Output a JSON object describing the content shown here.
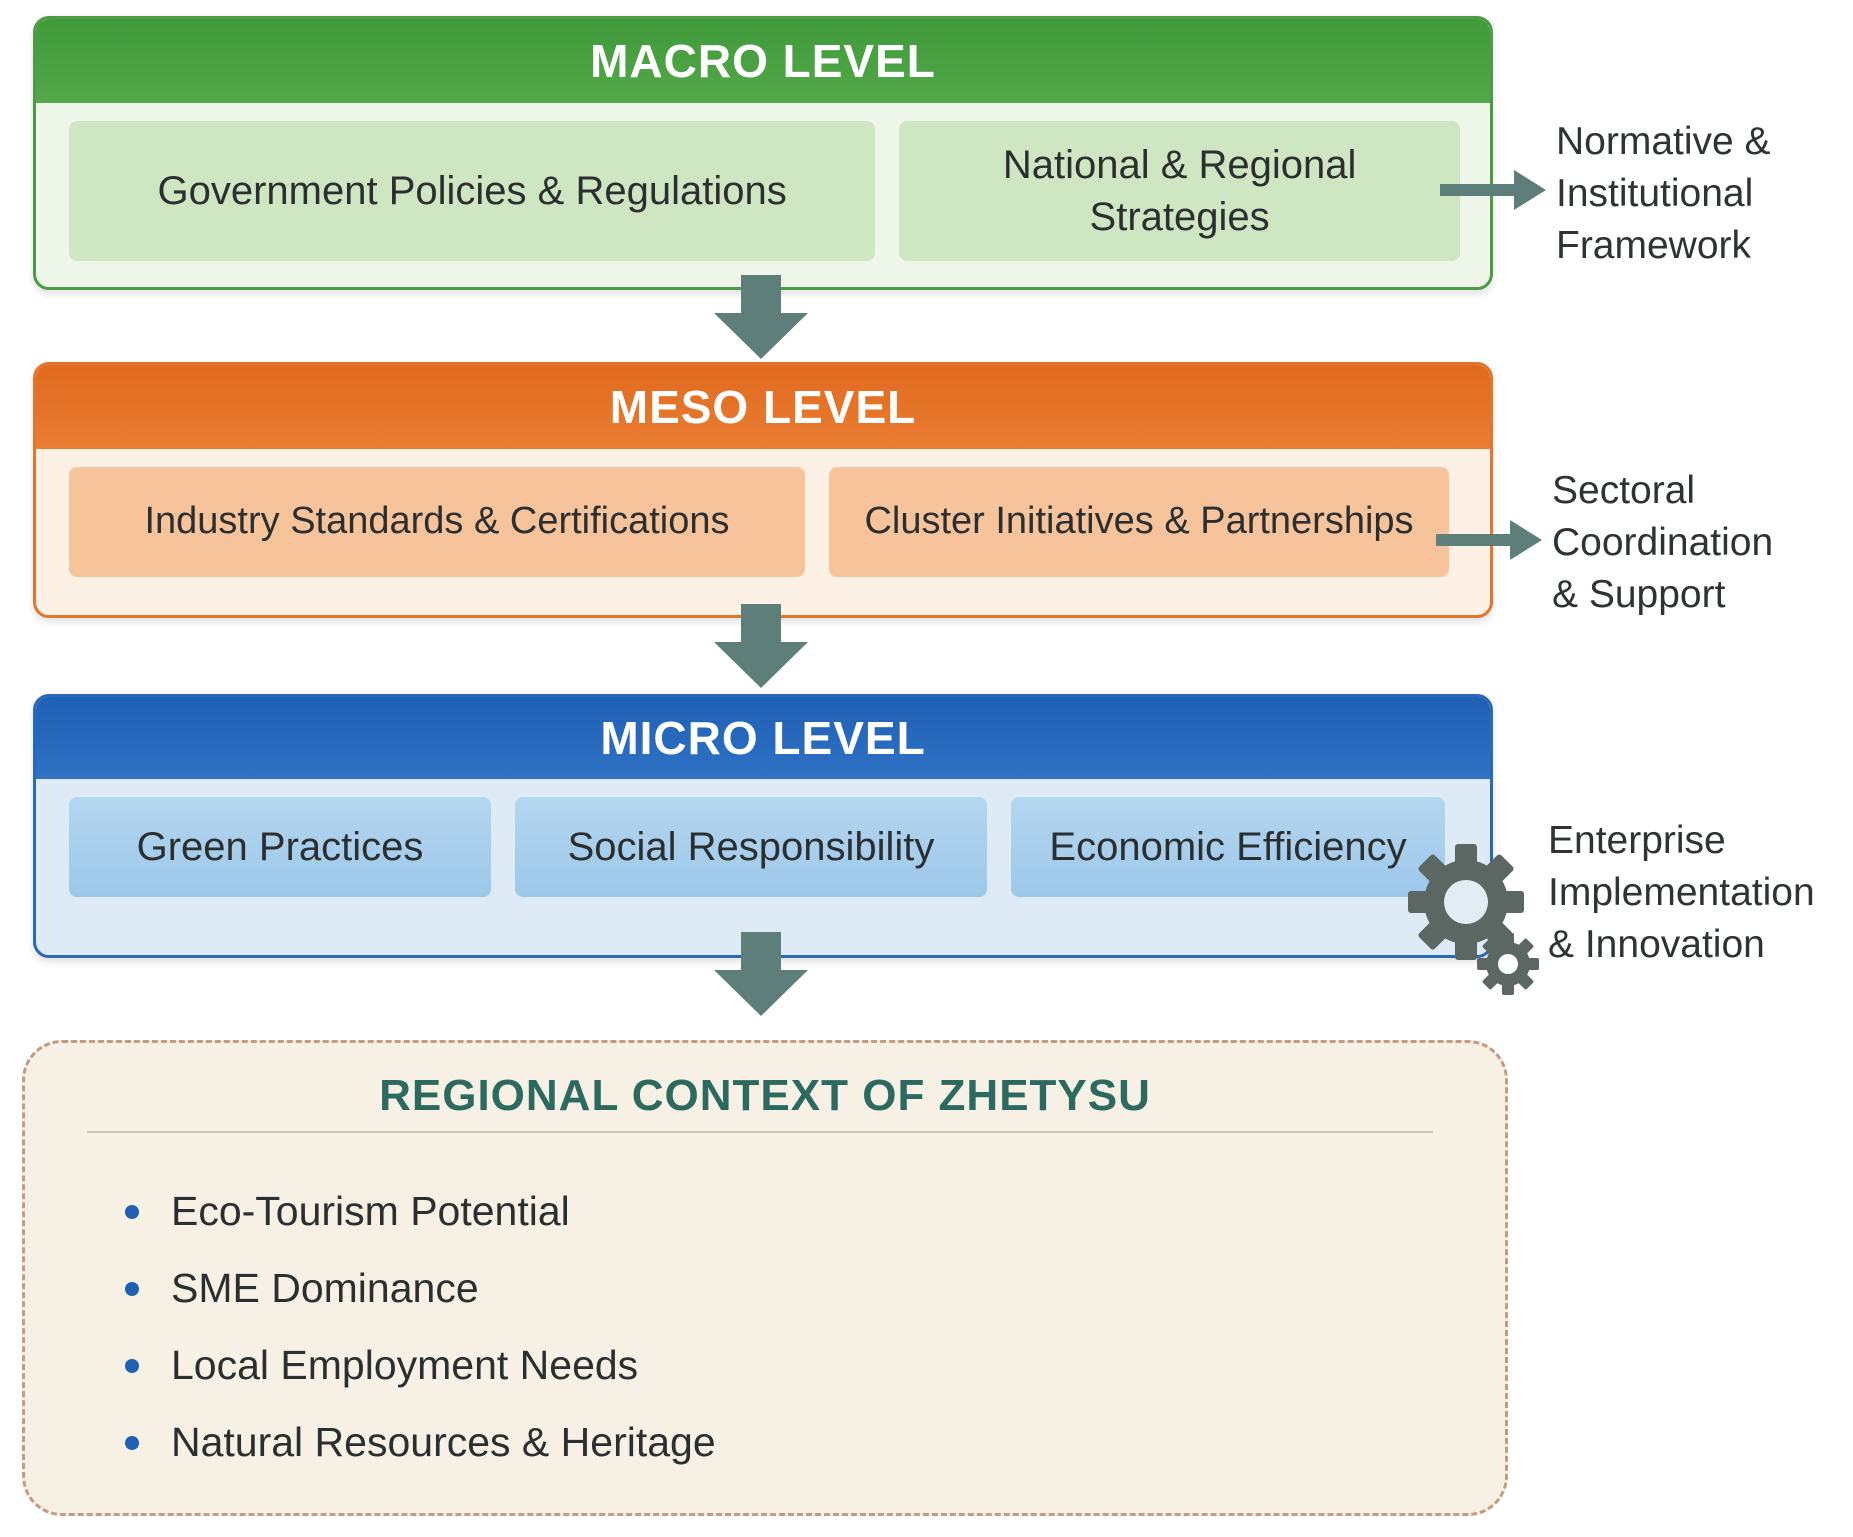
{
  "colors": {
    "macro": "#4f9a45",
    "meso": "#e2762c",
    "micro": "#2a68b8",
    "arrow": "#5e7f79",
    "context_title": "#2c6a60",
    "bullet": "#1f5fb4"
  },
  "levels": {
    "macro": {
      "title": "MACRO LEVEL",
      "items": [
        "Government Policies & Regulations",
        "National & Regional Strategies"
      ],
      "side_label": [
        "Normative &",
        "Institutional",
        "Framework"
      ]
    },
    "meso": {
      "title": "MESO LEVEL",
      "items": [
        "Industry Standards & Certifications",
        "Cluster Initiatives & Partnerships"
      ],
      "side_label": [
        "Sectoral",
        "Coordination",
        "& Support"
      ]
    },
    "micro": {
      "title": "MICRO LEVEL",
      "items": [
        "Green Practices",
        "Social Responsibility",
        "Economic Efficiency"
      ],
      "side_label": [
        "Enterprise",
        "Implementation",
        "& Innovation"
      ],
      "side_icon": "gears-icon"
    }
  },
  "context": {
    "title": "REGIONAL CONTEXT OF ZHETYSU",
    "items": [
      "Eco-Tourism Potential",
      "SME Dominance",
      "Local Employment Needs",
      "Natural Resources & Heritage"
    ]
  }
}
